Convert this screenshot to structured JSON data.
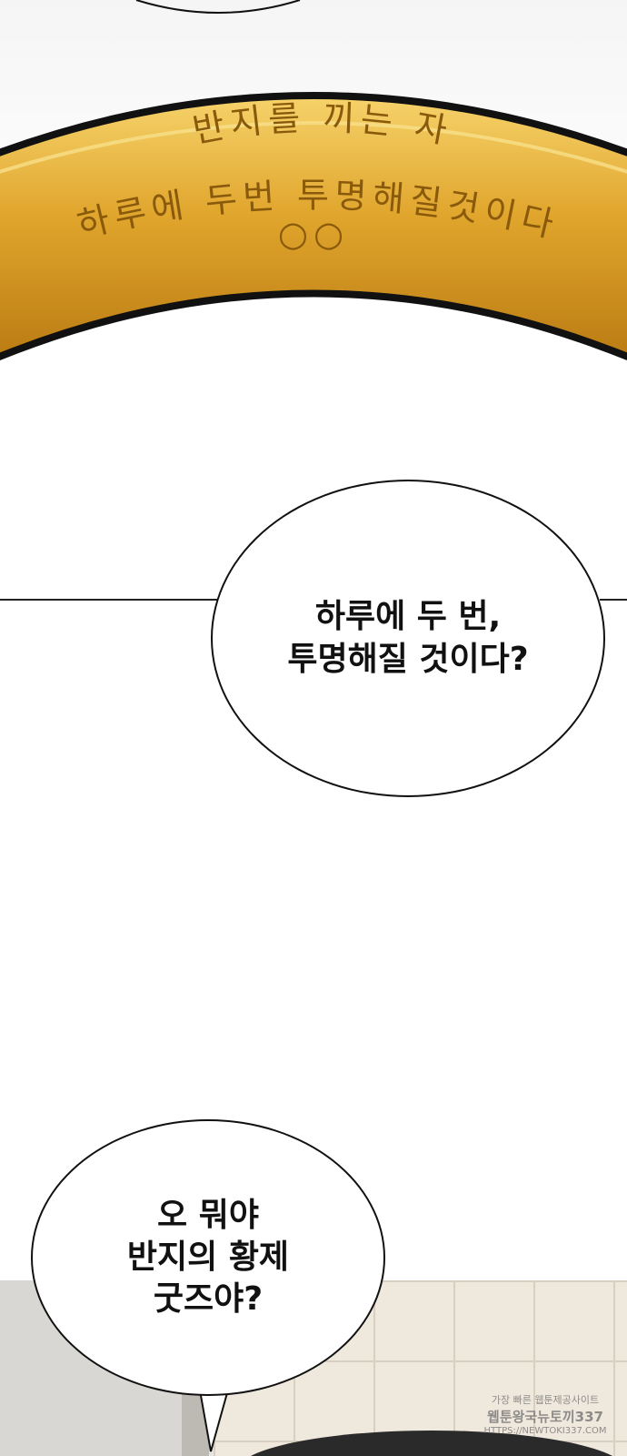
{
  "ring": {
    "engraving_line1": "반지를 끼는 자",
    "engraving_line2": "하루에 두번 투명해질것이다",
    "engraving_circles": "○○"
  },
  "bubble_1": {
    "line1": "하루에 두 번,",
    "line2": "투명해질 것이다?"
  },
  "bubble_2": {
    "line1": "오 뭐야",
    "line2": "반지의 황제",
    "line3": "굿즈야?"
  },
  "watermark": {
    "line1": "가장 빠른 웹툰제공사이트",
    "line2": "웹툰왕국뉴토끼337",
    "line3": "HTTPS://NEWTOKI337.COM"
  },
  "colors": {
    "gold": "#d8a12a",
    "gold_highlight": "#f6d36b",
    "engraving": "#8a5a0c",
    "outline": "#111111"
  }
}
